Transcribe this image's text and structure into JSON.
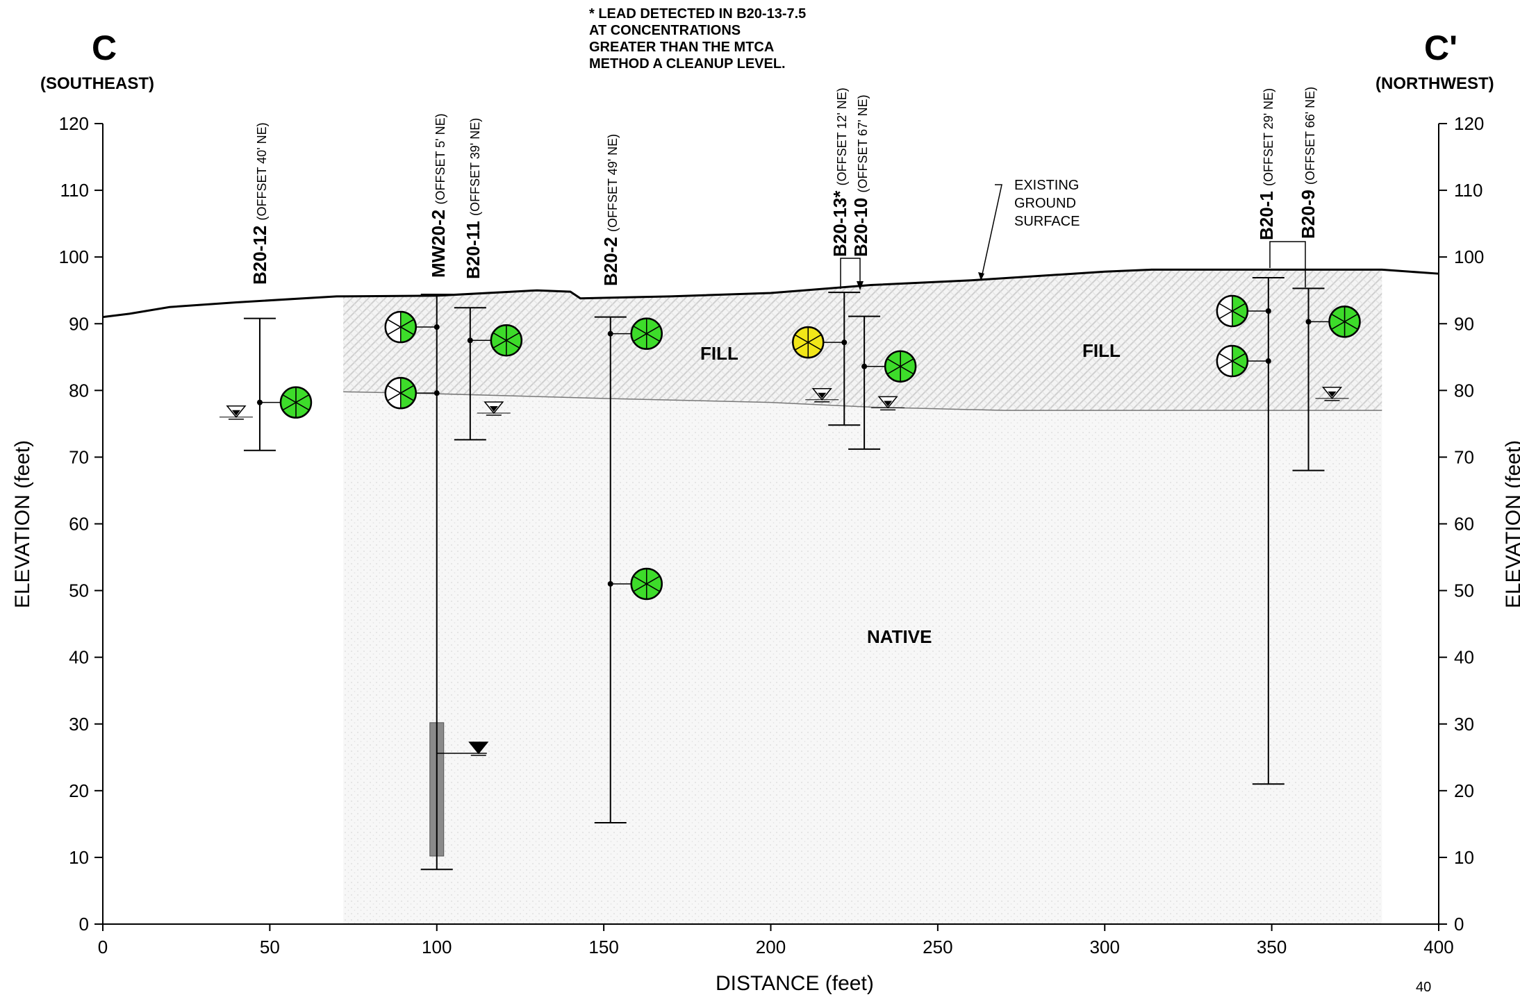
{
  "title_left": "C",
  "title_right": "C'",
  "dir_left": "(SOUTHEAST)",
  "dir_right": "(NORTHWEST)",
  "note_lines": [
    "* LEAD DETECTED IN B20-13-7.5",
    "AT CONCENTRATIONS",
    "GREATER THAN THE MTCA",
    "METHOD A CLEANUP LEVEL."
  ],
  "ground_label": [
    "EXISTING",
    "GROUND",
    "SURFACE"
  ],
  "zone_labels": {
    "fill": "FILL",
    "native": "NATIVE"
  },
  "page_number": "40",
  "colors": {
    "sample_clean": "#3ddc2a",
    "sample_detect": "#f2e619",
    "fill_hatch": "#dcdcdc",
    "native_dots": "#e4e4e4",
    "screen": "#8a8a8a"
  },
  "chart_data": {
    "type": "cross-section",
    "xlabel": "DISTANCE (feet)",
    "ylabel": "ELEVATION (feet)",
    "xlim": [
      0,
      400
    ],
    "ylim": [
      0,
      120
    ],
    "xticks": [
      0,
      50,
      100,
      150,
      200,
      250,
      300,
      350,
      400
    ],
    "yticks": [
      0,
      10,
      20,
      30,
      40,
      50,
      60,
      70,
      80,
      90,
      100,
      110,
      120
    ],
    "ground_surface": [
      [
        0,
        91
      ],
      [
        8,
        91.5
      ],
      [
        20,
        92.5
      ],
      [
        40,
        93.2
      ],
      [
        70,
        94.1
      ],
      [
        100,
        94.2
      ],
      [
        130,
        95
      ],
      [
        140,
        94.8
      ],
      [
        143,
        93.8
      ],
      [
        170,
        94.1
      ],
      [
        200,
        94.6
      ],
      [
        230,
        95.8
      ],
      [
        260,
        96.5
      ],
      [
        300,
        97.8
      ],
      [
        314,
        98.1
      ],
      [
        383,
        98.1
      ],
      [
        400,
        97.5
      ]
    ],
    "fill_native_contact": [
      [
        72,
        79.8
      ],
      [
        100,
        79.5
      ],
      [
        150,
        78.8
      ],
      [
        200,
        78.2
      ],
      [
        230,
        77.5
      ],
      [
        270,
        77
      ],
      [
        383,
        77
      ]
    ],
    "fill_zone_x": [
      72,
      383
    ],
    "borings": [
      {
        "name": "B20-12",
        "offset": "(OFFSET 40' NE)",
        "x": 47,
        "top": 90.8,
        "bottom": 71,
        "water": 76,
        "samples": [
          {
            "elev": 78.2,
            "side": "right",
            "result": "clean"
          }
        ]
      },
      {
        "name": "MW20-2",
        "offset": "(OFFSET 5' NE)",
        "x": 100,
        "top": 94.4,
        "bottom": 8.2,
        "water": 25.6,
        "water_side": "right",
        "screen": [
          10.2,
          30.2
        ],
        "samples": [
          {
            "elev": 89.5,
            "side": "left",
            "result": "clean"
          },
          {
            "elev": 79.6,
            "side": "left",
            "result": "clean"
          }
        ]
      },
      {
        "name": "B20-11",
        "offset": "(OFFSET 39' NE)",
        "x": 110,
        "top": 92.4,
        "bottom": 72.6,
        "water": 76.6,
        "water_side": "right",
        "samples": [
          {
            "elev": 87.5,
            "side": "right",
            "result": "clean"
          }
        ]
      },
      {
        "name": "B20-2",
        "offset": "(OFFSET 49' NE)",
        "x": 152,
        "top": 91,
        "bottom": 15.2,
        "samples": [
          {
            "elev": 88.5,
            "side": "right",
            "result": "clean"
          },
          {
            "elev": 51,
            "side": "right",
            "result": "clean"
          }
        ]
      },
      {
        "name": "B20-13*",
        "offset": "(OFFSET 12' NE)",
        "x": 222,
        "top": 94.7,
        "bottom": 74.8,
        "water": 78.6,
        "water_side": "left",
        "samples": [
          {
            "elev": 87.2,
            "side": "left",
            "result": "detect"
          }
        ]
      },
      {
        "name": "B20-10",
        "offset": "(OFFSET 67' NE)",
        "x": 228,
        "top": 91.1,
        "bottom": 71.2,
        "water": 77.4,
        "water_side": "right",
        "samples": [
          {
            "elev": 83.6,
            "side": "right",
            "result": "clean"
          }
        ]
      },
      {
        "name": "B20-1",
        "offset": "(OFFSET 29' NE)",
        "x": 349,
        "top": 96.9,
        "bottom": 21,
        "samples": [
          {
            "elev": 91.9,
            "side": "left",
            "result": "clean"
          },
          {
            "elev": 84.4,
            "side": "left",
            "result": "clean"
          }
        ]
      },
      {
        "name": "B20-9",
        "offset": "(OFFSET 66' NE)",
        "x": 361,
        "top": 95.3,
        "bottom": 68,
        "water": 78.8,
        "water_side": "right",
        "samples": [
          {
            "elev": 90.3,
            "side": "right",
            "result": "clean"
          }
        ]
      }
    ]
  }
}
